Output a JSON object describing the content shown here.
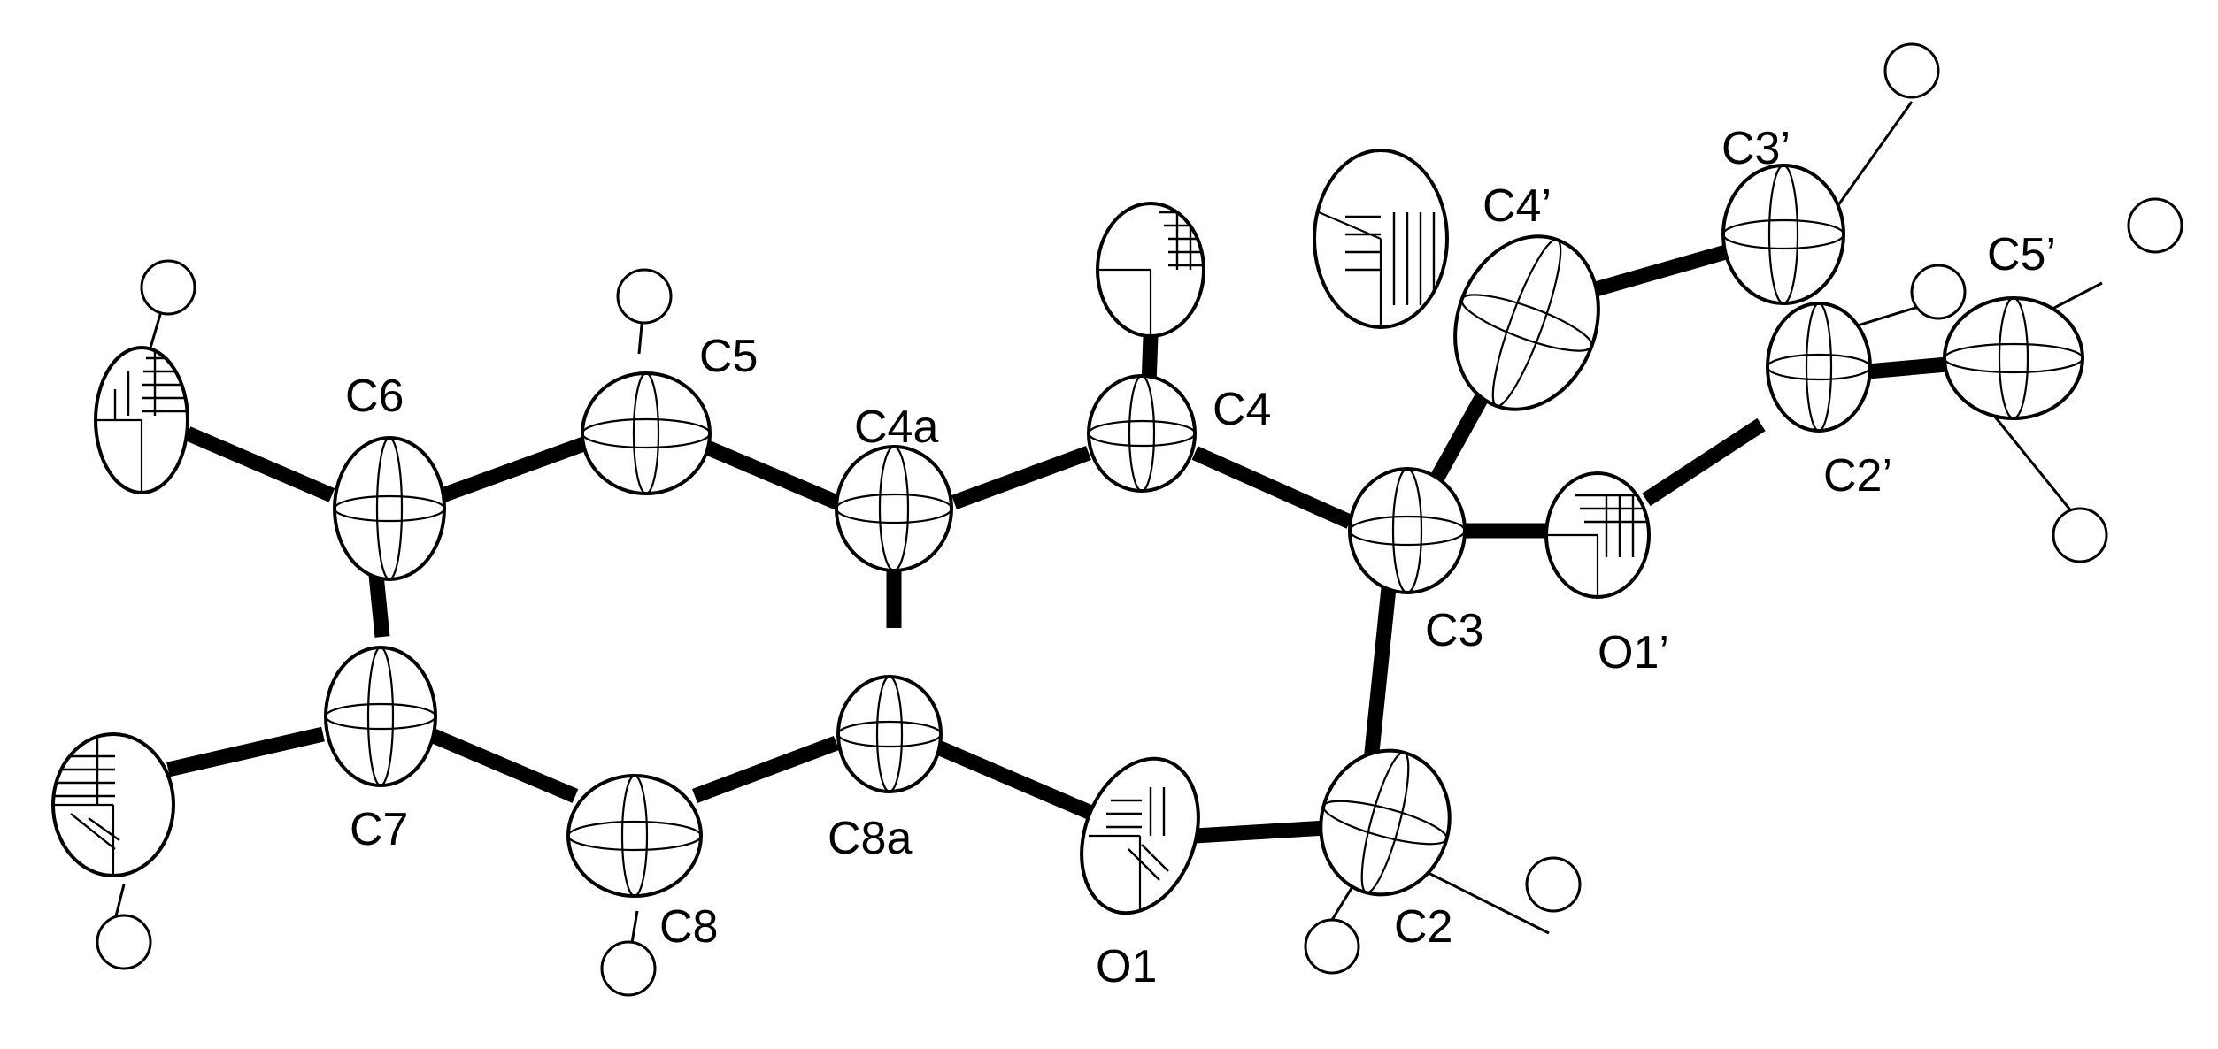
{
  "figure": {
    "labels": {
      "C6": "C6",
      "C5": "C5",
      "C4a": "C4a",
      "C4": "C4",
      "C4p": "C4’",
      "C3p": "C3’",
      "C5p": "C5’",
      "C2p": "C2’",
      "C3": "C3",
      "O1p": "O1’",
      "C7": "C7",
      "C8a": "C8a",
      "C8": "C8",
      "O1": "O1",
      "C2": "C2"
    }
  }
}
